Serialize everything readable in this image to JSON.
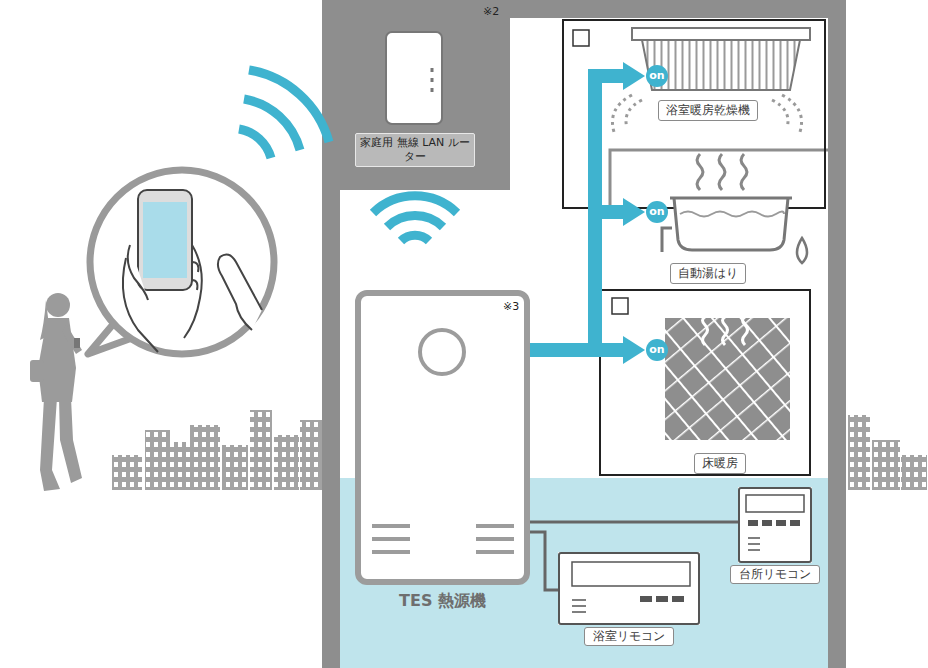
{
  "diagram": {
    "nodes": [
      {
        "text": [
          "家庭用 無線 LAN ルーター"
        ]
      },
      {
        "text": [
          "on"
        ]
      },
      {
        "text": [
          "浴室暖房乾燥機"
        ]
      },
      {
        "text": [
          "on"
        ]
      },
      {
        "text": [
          "自動湯はり"
        ]
      },
      {
        "text": [
          "TES 熱源機"
        ]
      },
      {
        "text": [
          "on"
        ]
      },
      {
        "text": [
          "床暖房"
        ]
      },
      {
        "text": [
          "台所リモコン"
        ]
      },
      {
        "text": [
          "浴室リモコン"
        ]
      }
    ],
    "edges": [
      {
        "from": 5,
        "to": 1,
        "arrow": "to"
      },
      {
        "from": 5,
        "to": 3,
        "arrow": "to"
      },
      {
        "from": 5,
        "to": 6,
        "arrow": "to"
      },
      {
        "from": 5,
        "to": 8,
        "arrow": "none"
      },
      {
        "from": 5,
        "to": 9,
        "arrow": "none"
      }
    ],
    "labels": [
      "※2",
      "※3"
    ]
  }
}
